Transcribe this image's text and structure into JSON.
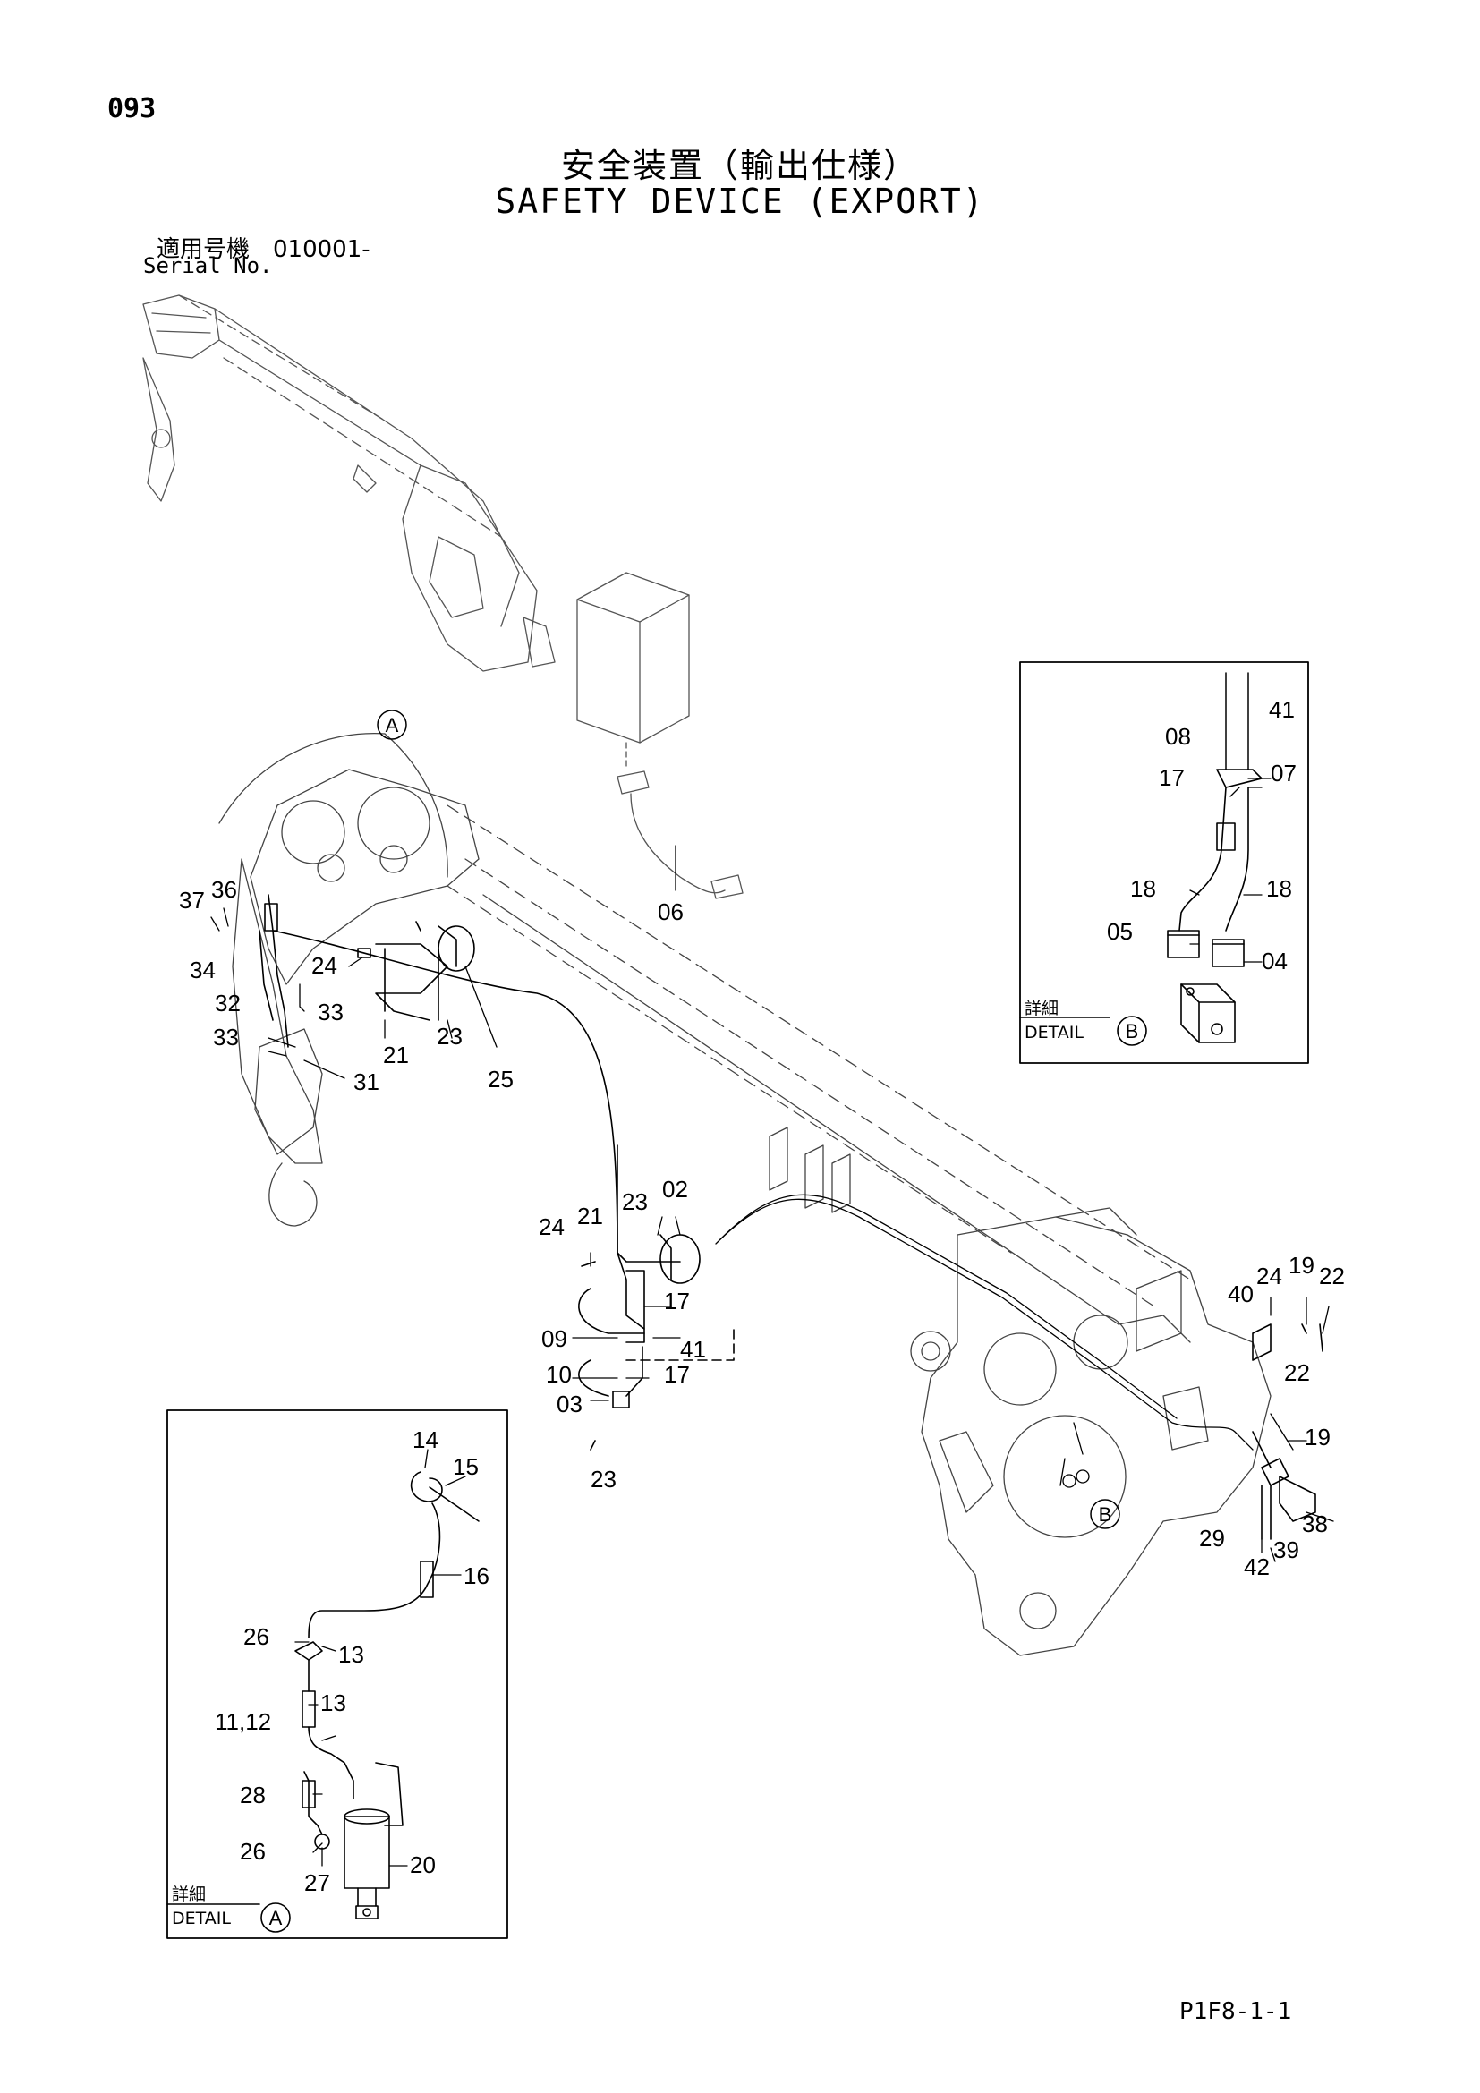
{
  "header": {
    "page_number": "093",
    "title_jp": "安全装置（輸出仕様）",
    "title_en": "SAFETY DEVICE (EXPORT)",
    "serial_label_jp": "適用号機　010001-",
    "serial_label_en": "Serial No."
  },
  "footer": {
    "page_code": "P1F8-1-1"
  },
  "detail_b": {
    "label_jp": "詳細",
    "label_en": "DETAIL",
    "marker": "B"
  },
  "detail_a": {
    "label_jp": "詳細",
    "label_en": "DETAIL",
    "marker": "A"
  },
  "markers": {
    "a": "A",
    "b": "B"
  },
  "main_callouts": [
    "06",
    "37",
    "36",
    "34",
    "32",
    "33",
    "33",
    "31",
    "24",
    "21",
    "23",
    "25",
    "23",
    "02",
    "24",
    "21",
    "17",
    "41",
    "09",
    "10",
    "17",
    "03",
    "23",
    "24",
    "19",
    "22",
    "40",
    "22",
    "19",
    "38",
    "39",
    "29",
    "42"
  ],
  "detail_b_callouts": [
    "41",
    "08",
    "17",
    "07",
    "18",
    "18",
    "05",
    "04"
  ],
  "detail_a_callouts": [
    "14",
    "15",
    "16",
    "26",
    "13",
    "11,12",
    "13",
    "28",
    "26",
    "20",
    "27"
  ]
}
